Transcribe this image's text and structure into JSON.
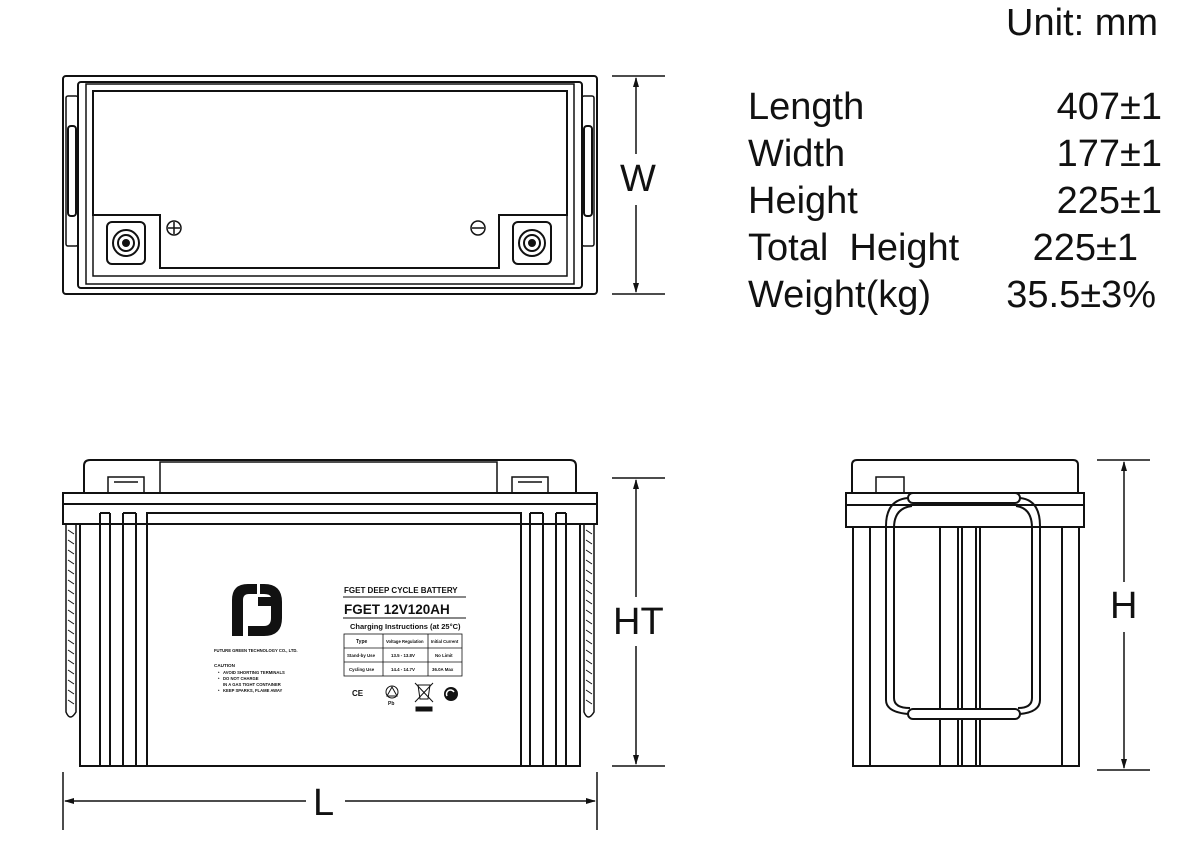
{
  "unit_label": "Unit: mm",
  "specs": [
    {
      "name": "Length",
      "value": "407±1"
    },
    {
      "name": "Width",
      "value": "177±1"
    },
    {
      "name": "Height",
      "value": "225±1"
    },
    {
      "name": "Total  Height",
      "value": "225±1"
    },
    {
      "name": "Weight(kg)",
      "value": "35.5±3%"
    }
  ],
  "dimensions": {
    "w": "W",
    "ht": "HT",
    "l": "L",
    "h": "H"
  },
  "label": {
    "company": "FUTURE GREEN TECHNOLOGY CO., LTD.",
    "caution_title": "CAUTION",
    "caution_items": [
      "AVOID SHORTING TERMINALS",
      "DO NOT CHARGE",
      "IN A GAS TIGHT CONTAINER",
      "KEEP SPARKS, FLAME AWAY"
    ],
    "product_line": "FGET DEEP CYCLE BATTERY",
    "model": "FGET 12V120AH",
    "charging_title": "Charging Instructions (at 25°C)",
    "table_headers": [
      "Type",
      "Voltage Regulation",
      "Initial Current"
    ],
    "table_rows": [
      [
        "Stand-by Use",
        "13.5 - 13.8V",
        "No Limit"
      ],
      [
        "Cycling Use",
        "14.4 - 14.7V",
        "36.0A Max"
      ]
    ],
    "ce_mark": "CE",
    "pb_mark": "Pb"
  },
  "colors": {
    "line": "#111111",
    "background": "#ffffff"
  }
}
